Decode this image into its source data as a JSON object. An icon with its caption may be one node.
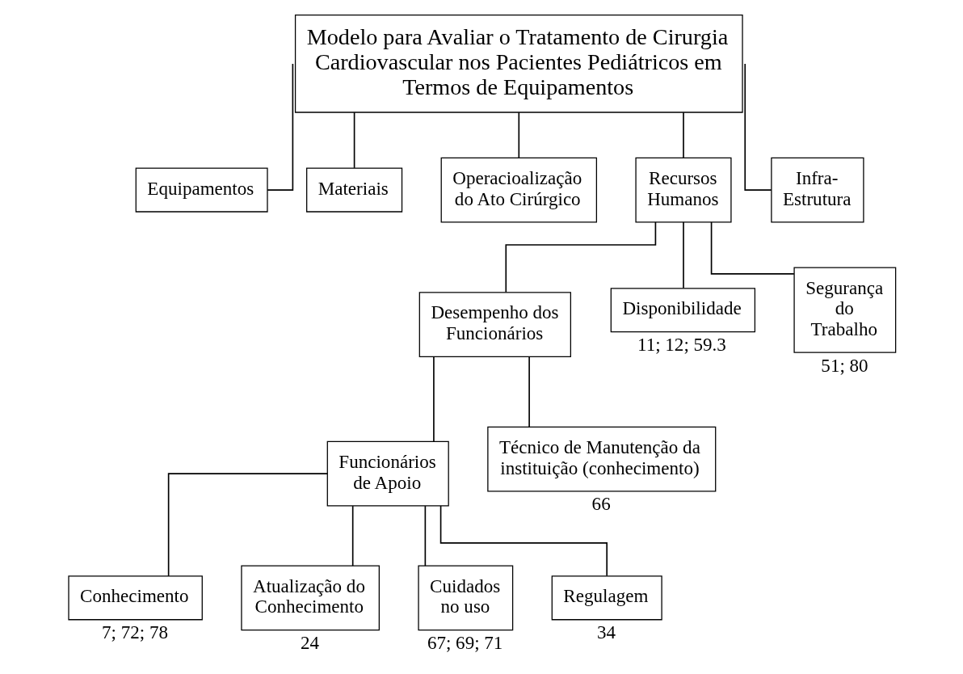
{
  "diagram": {
    "nodes": [
      {
        "text": [
          "Modelo para Avaliar o Tratamento de Cirurgia Cardiovascular nos Pacientes Pediátricos em Termos de Equipamentos"
        ]
      },
      {
        "text": [
          "Equipamentos"
        ]
      },
      {
        "text": [
          "Materiais"
        ]
      },
      {
        "text": [
          "Operacioalização do Ato Cirúrgico"
        ]
      },
      {
        "text": [
          "Recursos Humanos"
        ]
      },
      {
        "text": [
          "Infra- Estrutura"
        ]
      },
      {
        "text": [
          "Desempenho dos Funcionários"
        ]
      },
      {
        "text": [
          "Disponibilidade"
        ],
        "beside": [
          "11; 12; 59.3"
        ]
      },
      {
        "text": [
          "Segurança do Trabalho"
        ],
        "beside": [
          "51; 80"
        ]
      },
      {
        "text": [
          "Funcionários de Apoio"
        ]
      },
      {
        "text": [
          "Técnico de Manutenção da instituição (conhecimento)"
        ],
        "beside": [
          "66"
        ]
      },
      {
        "text": [
          "Conhecimento"
        ],
        "beside": [
          "7; 72; 78"
        ]
      },
      {
        "text": [
          "Atualização do Conhecimento"
        ],
        "beside": [
          "24"
        ]
      },
      {
        "text": [
          "Cuidados no uso"
        ],
        "beside": [
          "67; 69; 71"
        ]
      },
      {
        "text": [
          "Regulagem"
        ],
        "beside": [
          "34"
        ]
      }
    ],
    "edges": [
      {
        "from": 0,
        "to": 1,
        "arrow": "none"
      },
      {
        "from": 0,
        "to": 2,
        "arrow": "none"
      },
      {
        "from": 0,
        "to": 3,
        "arrow": "none"
      },
      {
        "from": 0,
        "to": 4,
        "arrow": "none"
      },
      {
        "from": 0,
        "to": 5,
        "arrow": "none"
      },
      {
        "from": 4,
        "to": 6,
        "arrow": "none"
      },
      {
        "from": 4,
        "to": 7,
        "arrow": "none"
      },
      {
        "from": 4,
        "to": 8,
        "arrow": "none"
      },
      {
        "from": 6,
        "to": 9,
        "arrow": "none"
      },
      {
        "from": 6,
        "to": 10,
        "arrow": "none"
      },
      {
        "from": 9,
        "to": 11,
        "arrow": "none"
      },
      {
        "from": 9,
        "to": 12,
        "arrow": "none"
      },
      {
        "from": 9,
        "to": 13,
        "arrow": "none"
      },
      {
        "from": 9,
        "to": 14,
        "arrow": "none"
      }
    ]
  }
}
